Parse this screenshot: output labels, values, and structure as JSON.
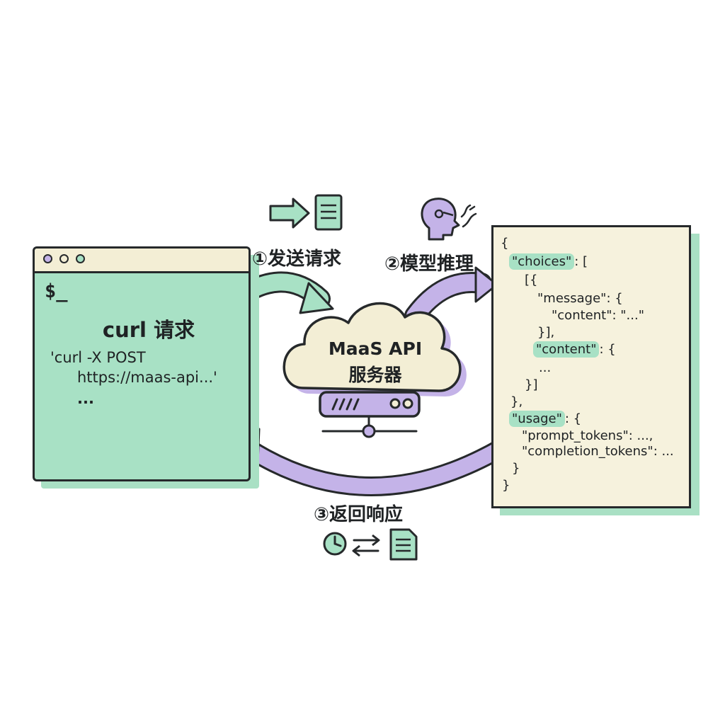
{
  "terminal": {
    "prompt": "$_",
    "title": "curl 请求",
    "command_line_1": "'curl -X POST",
    "command_line_2": "https://maas-api...'",
    "command_line_3": "..."
  },
  "server": {
    "name_line_1": "MaaS API",
    "name_line_2": "服务器"
  },
  "steps": {
    "send_request": "①发送请求",
    "model_inference": "②模型推理",
    "return_response": "③返回响应"
  },
  "response_json": {
    "line_01": "{",
    "key_choices": "\"choices\"",
    "after_choices": ": [",
    "line_03": "[{",
    "line_04": "\"message\": {",
    "line_05": "\"content\": \"...\"",
    "line_06": "}],",
    "key_content": "\"content\"",
    "after_content": ": {",
    "line_08": "...",
    "line_09": "}]",
    "line_10": "},",
    "key_usage": "\"usage\"",
    "after_usage": ": {",
    "line_12": "\"prompt_tokens\": ...,",
    "line_13": "\"completion_tokens\": ...",
    "line_14": "}",
    "line_15": "}"
  },
  "icons": {
    "send": [
      "arrow-right-icon",
      "document-icon"
    ],
    "inference": [
      "head-thinking-icon"
    ],
    "response": [
      "clock-icon",
      "swap-arrows-icon",
      "document-icon"
    ]
  },
  "colors": {
    "mint": "#a8e1c5",
    "lavender": "#c4b3e8",
    "cream": "#f6f2dd",
    "ink": "#26292b"
  }
}
